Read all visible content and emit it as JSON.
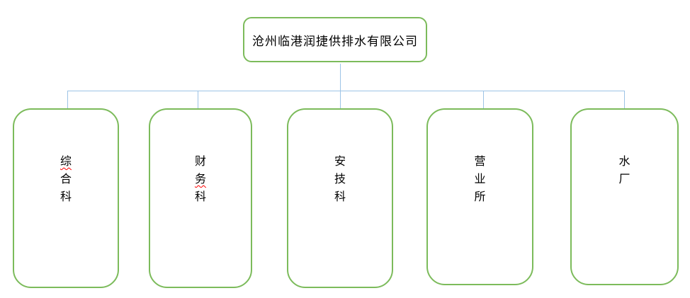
{
  "diagram": {
    "type": "org-chart",
    "root": {
      "label": "沧州临港润捷供排水有限公司"
    },
    "departments": [
      {
        "label": "综合科",
        "chars": [
          "综",
          "合",
          "科"
        ],
        "spellcheck_underline_on": "综"
      },
      {
        "label": "财务科",
        "chars": [
          "财",
          "务",
          "科"
        ],
        "spellcheck_underline_on": "务"
      },
      {
        "label": "安技科",
        "chars": [
          "安",
          "技",
          "科"
        ]
      },
      {
        "label": "营业所",
        "chars": [
          "营",
          "业",
          "所"
        ]
      },
      {
        "label": "水厂",
        "chars": [
          "水",
          "厂"
        ]
      }
    ],
    "colors": {
      "box_border": "#7CBB5B",
      "connector": "#9DC3E6",
      "text": "#000000",
      "spellcheck_underline": "#FF0000",
      "background": "#FFFFFF"
    }
  }
}
